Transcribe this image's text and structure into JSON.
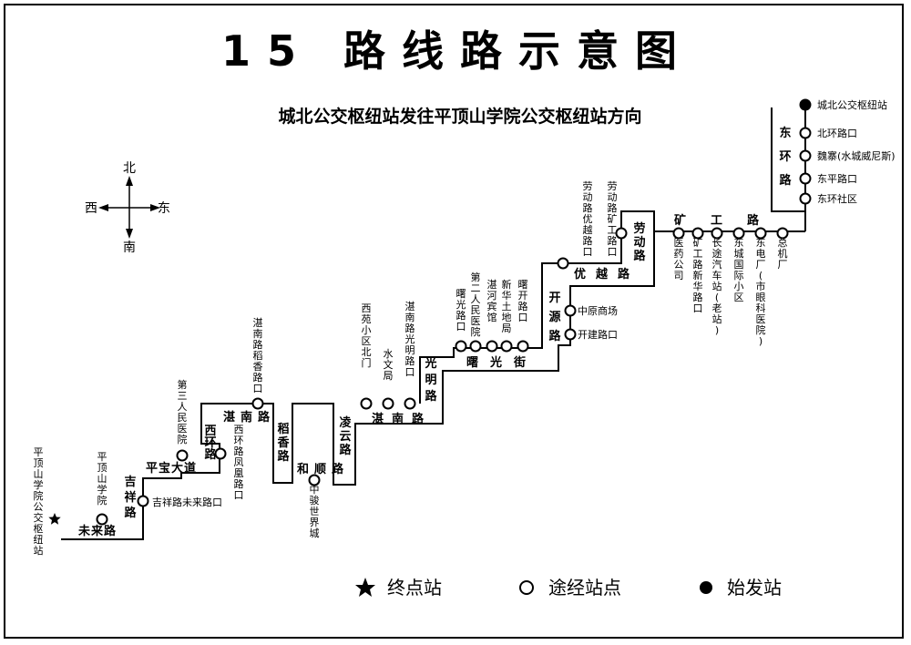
{
  "title": "15 路线路示意图",
  "direction": "城北公交枢纽站发往平顶山学院公交枢纽站方向",
  "compass": {
    "north": "北",
    "south": "南",
    "west": "西",
    "east": "东"
  },
  "legend": {
    "terminal": "终点站",
    "via": "途经站点",
    "origin": "始发站"
  },
  "colors": {
    "line": "#000000",
    "station_fill": "#ffffff",
    "origin_fill": "#000000"
  },
  "stations": [
    {
      "id": "s0",
      "name": "城北公交枢纽站",
      "kind": "origin"
    },
    {
      "id": "s1",
      "name": "北环路口",
      "kind": "via"
    },
    {
      "id": "s2",
      "name": "魏寨(水城威尼斯)",
      "kind": "via"
    },
    {
      "id": "s3",
      "name": "东平路口",
      "kind": "via"
    },
    {
      "id": "s4",
      "name": "东环社区",
      "kind": "via"
    },
    {
      "id": "s5",
      "name": "总机厂",
      "kind": "via"
    },
    {
      "id": "s6",
      "name": "东电厂(市眼科医院)",
      "kind": "via"
    },
    {
      "id": "s7",
      "name": "东城国际小区",
      "kind": "via"
    },
    {
      "id": "s8",
      "name": "长途汽车站(老站)",
      "kind": "via"
    },
    {
      "id": "s9",
      "name": "矿工路新华路口",
      "kind": "via"
    },
    {
      "id": "s10",
      "name": "医药公司",
      "kind": "via"
    },
    {
      "id": "s11",
      "name": "劳动路矿工路口",
      "kind": "via"
    },
    {
      "id": "s12",
      "name": "劳动路优越路口",
      "kind": "via"
    },
    {
      "id": "s13",
      "name": "中原商场",
      "kind": "via"
    },
    {
      "id": "s14",
      "name": "开建路口",
      "kind": "via"
    },
    {
      "id": "s15",
      "name": "曙开路口",
      "kind": "via"
    },
    {
      "id": "s16",
      "name": "新华土地局",
      "kind": "via"
    },
    {
      "id": "s17",
      "name": "湛河宾馆",
      "kind": "via"
    },
    {
      "id": "s18",
      "name": "第二人民医院",
      "kind": "via"
    },
    {
      "id": "s19",
      "name": "曙光路口",
      "kind": "via"
    },
    {
      "id": "s20",
      "name": "湛南路光明路口",
      "kind": "via"
    },
    {
      "id": "s21",
      "name": "水文局",
      "kind": "via"
    },
    {
      "id": "s22",
      "name": "西苑小区北门",
      "kind": "via"
    },
    {
      "id": "s23",
      "name": "中骏世界城",
      "kind": "via"
    },
    {
      "id": "s24",
      "name": "湛南路稻香路口",
      "kind": "via"
    },
    {
      "id": "s25",
      "name": "西环路凤凰路口",
      "kind": "via"
    },
    {
      "id": "s26",
      "name": "第三人民医院",
      "kind": "via"
    },
    {
      "id": "s27",
      "name": "吉祥路未来路口",
      "kind": "via"
    },
    {
      "id": "s28",
      "name": "平顶山学院",
      "kind": "via"
    },
    {
      "id": "s29",
      "name": "平顶山学院公交枢纽站",
      "kind": "terminal"
    }
  ],
  "roads": [
    {
      "id": "r_donghuan",
      "name": "东环路"
    },
    {
      "id": "r_kuanggong",
      "name": "矿工路"
    },
    {
      "id": "r_laodong",
      "name": "劳动路"
    },
    {
      "id": "r_youyue",
      "name": "优越路"
    },
    {
      "id": "r_kaiyuan",
      "name": "开源路"
    },
    {
      "id": "r_shuguang",
      "name": "曙光街"
    },
    {
      "id": "r_guangming",
      "name": "光明路"
    },
    {
      "id": "r_zhannan1",
      "name": "湛南路"
    },
    {
      "id": "r_lingyun",
      "name": "凌云路"
    },
    {
      "id": "r_heshun",
      "name": "和顺路"
    },
    {
      "id": "r_daoxiang",
      "name": "稻香路"
    },
    {
      "id": "r_zhannan2",
      "name": "湛南路"
    },
    {
      "id": "r_xihuan",
      "name": "西环路"
    },
    {
      "id": "r_pingbao",
      "name": "平宝大道"
    },
    {
      "id": "r_jixiang",
      "name": "吉祥路"
    },
    {
      "id": "r_weilai",
      "name": "未来路"
    }
  ]
}
